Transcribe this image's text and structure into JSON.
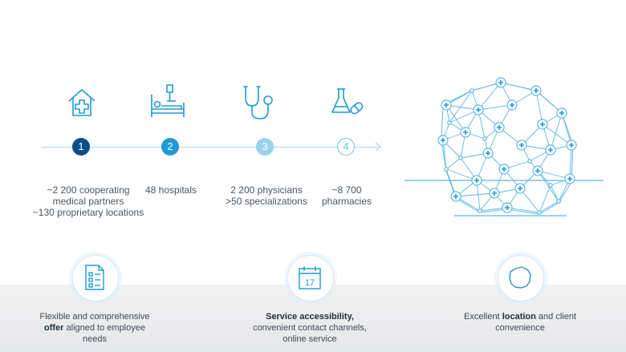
{
  "steps": [
    {
      "number": "1",
      "color": "#0a4d8c",
      "stat_lines": [
        "~2 200 cooperating",
        "medical partners",
        "~130 proprietary locations"
      ],
      "icon": "house-medical-icon"
    },
    {
      "number": "2",
      "color": "#1f9ad6",
      "stat_lines": [
        "48 hospitals"
      ],
      "icon": "hospital-bed-icon"
    },
    {
      "number": "3",
      "color": "#9ad2ee",
      "stat_lines": [
        "2 200 physicians",
        ">50 specializations"
      ],
      "icon": "stethoscope-icon"
    },
    {
      "number": "4",
      "color": "#ffffff",
      "stat_lines": [
        "~8 700",
        "pharmacies"
      ],
      "icon": "flask-pill-icon"
    }
  ],
  "features": [
    {
      "icon": "checklist-icon",
      "line1_pre": "Flexible and comprehensive",
      "line2_bold": "offer",
      "line2_post": " aligned to employee",
      "line3": "needs"
    },
    {
      "icon": "calendar-icon",
      "calendar_day": "17",
      "line1_bold": "Service accessibility,",
      "line2": "convenient contact channels,",
      "line3": "online service"
    },
    {
      "icon": "poland-map-icon",
      "line1_pre": "Excellent ",
      "line1_bold": "location",
      "line1_post": " and client",
      "line2": "convenience"
    }
  ],
  "colors": {
    "accent": "#1f9ad6",
    "dark_blue": "#0a4d8c",
    "light_blue": "#9ad2ee",
    "line": "#5bb8e3"
  }
}
